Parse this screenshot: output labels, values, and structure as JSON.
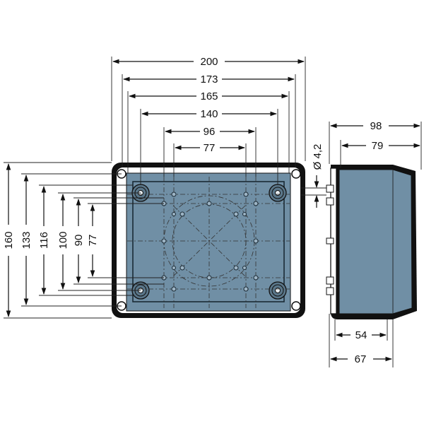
{
  "front_view": {
    "width_dims": [
      "200",
      "173",
      "165",
      "140",
      "96",
      "77"
    ],
    "height_dims": [
      "160",
      "133",
      "116",
      "100",
      "90",
      "77"
    ],
    "hole_dim": "Ø 4,2"
  },
  "side_view": {
    "top_dims": [
      "98",
      "79"
    ],
    "bottom_dims": [
      "54",
      "67"
    ]
  },
  "colors": {
    "panel": "#708fa5",
    "outline": "#111111"
  }
}
